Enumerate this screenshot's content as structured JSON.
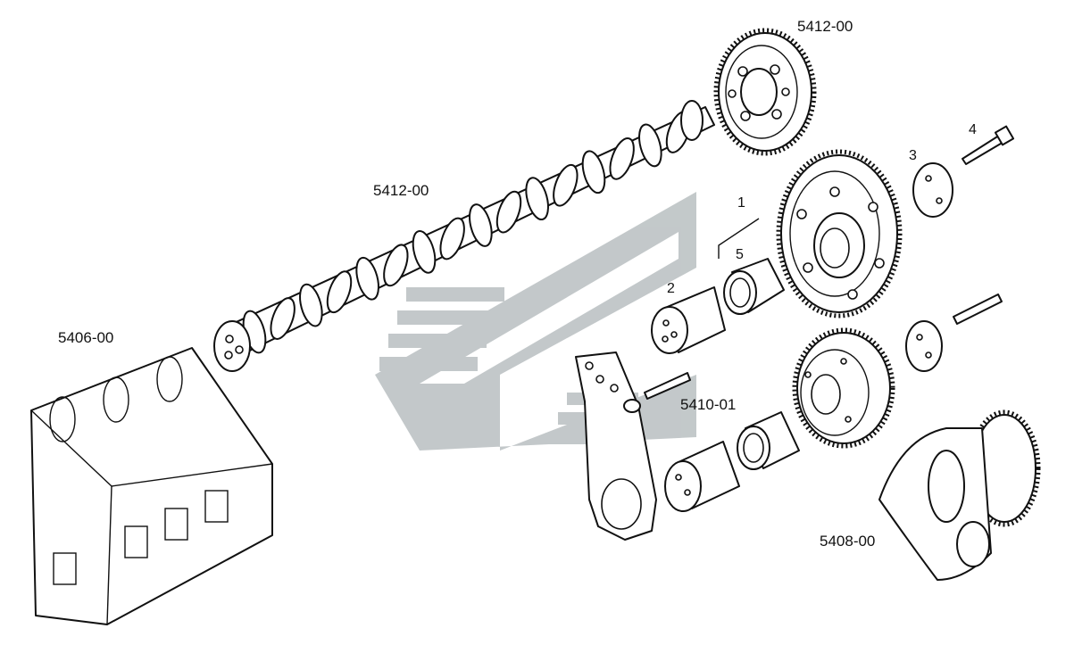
{
  "labels": {
    "camshaft": "5412-00",
    "cam_gear": "5412-00",
    "cylinder_head": "5406-00",
    "idler_assembly": "5410-01",
    "crankshaft": "5408-00"
  },
  "callouts": {
    "c1": "1",
    "c2": "2",
    "c3": "3",
    "c4": "4",
    "c5": "5"
  },
  "colors": {
    "line": "#111111",
    "watermark": "#b9bfc1",
    "background": "#ffffff"
  }
}
